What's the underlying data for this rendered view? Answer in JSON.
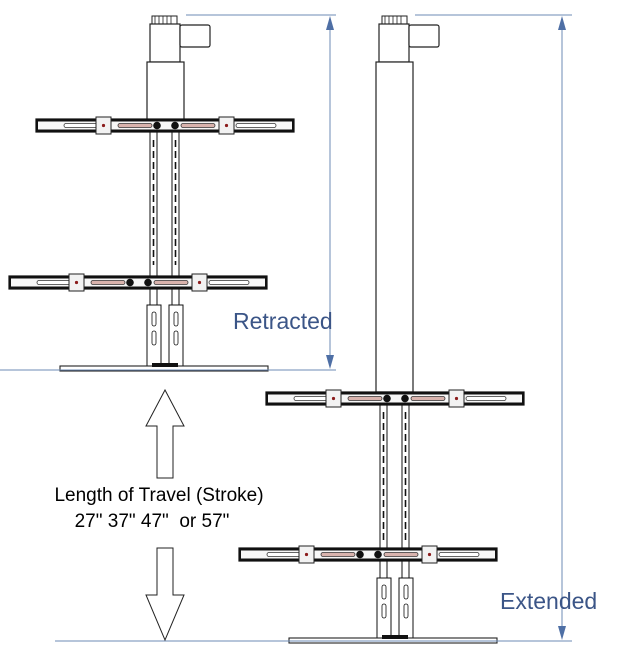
{
  "labels": {
    "retracted": "Retracted",
    "extended": "Extended",
    "stroke_title": "Length of Travel (Stroke)",
    "stroke_values": "27\" 37\" 47\"  or 57\""
  },
  "colors": {
    "outline": "#222222",
    "dimension_line": "#6d8bb5",
    "arrow_head": "#4e6fa5",
    "label_blue": "#3b5587",
    "bar_fill": "#111111",
    "slot_pink": "#d9b3ad"
  }
}
